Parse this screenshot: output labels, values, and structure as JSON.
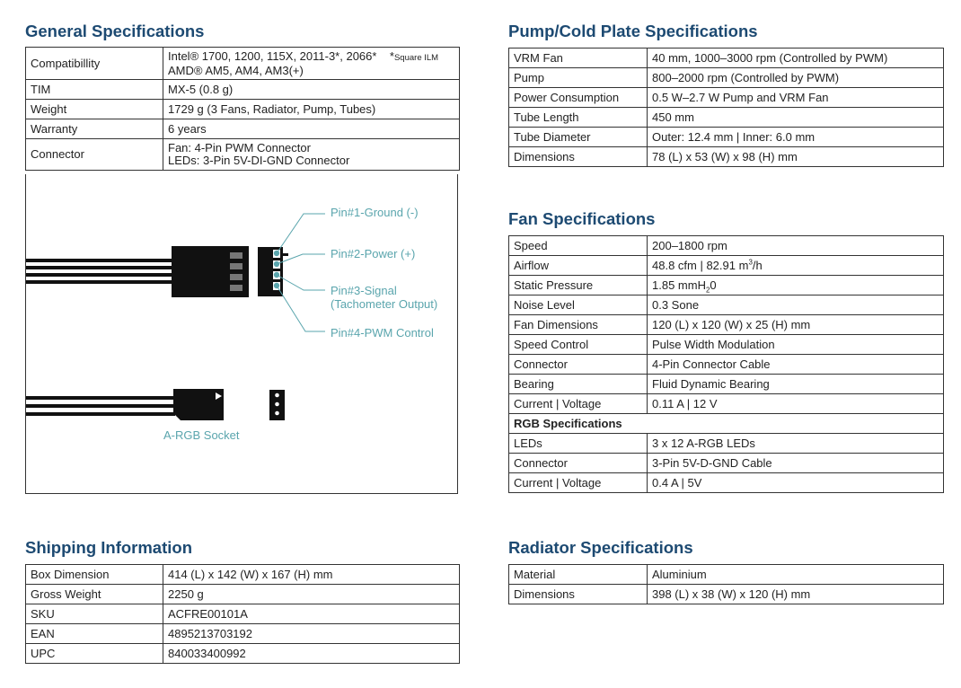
{
  "general": {
    "title": "General Specifications",
    "rows": [
      {
        "label": "Compatibillity",
        "value_line1": "Intel® 1700, 1200, 115X, 2011-3*, 2066*",
        "note_star": "*",
        "note": "Square ILM",
        "value_line2": "AMD® AM5, AM4, AM3(+)"
      },
      {
        "label": "TIM",
        "value": "MX-5 (0.8 g)"
      },
      {
        "label": "Weight",
        "value": "1729 g (3 Fans, Radiator, Pump, Tubes)"
      },
      {
        "label": "Warranty",
        "value": "6 years"
      },
      {
        "label": "Connector",
        "value_line1": "Fan: 4-Pin PWM Connector",
        "value_line2": "LEDs: 3-Pin 5V-DI-GND Connector"
      }
    ],
    "diagram": {
      "pin1": "Pin#1-Ground (-)",
      "pin2": "Pin#2-Power (+)",
      "pin3_line1": "Pin#3-Signal",
      "pin3_line2": "(Tachometer Output)",
      "pin4": "Pin#4-PWM Control",
      "socket": "A-RGB Socket",
      "accent": "#5aa5ad"
    }
  },
  "pump": {
    "title": "Pump/Cold Plate Specifications",
    "rows": [
      {
        "label": "VRM Fan",
        "value": "40 mm, 1000–3000 rpm (Controlled by PWM)"
      },
      {
        "label": "Pump",
        "value": "800–2000 rpm (Controlled by PWM)"
      },
      {
        "label": "Power Consumption",
        "value": "0.5 W–2.7 W Pump and VRM Fan"
      },
      {
        "label": "Tube Length",
        "value": "450 mm"
      },
      {
        "label": "Tube Diameter",
        "value": "Outer: 12.4 mm | Inner: 6.0 mm"
      },
      {
        "label": "Dimensions",
        "value": "78 (L) x 53 (W) x 98 (H) mm"
      }
    ]
  },
  "fan": {
    "title": "Fan Specifications",
    "rows": [
      {
        "label": "Speed",
        "value": "200–1800 rpm"
      },
      {
        "label": "Airflow",
        "value": "48.8 cfm | 82.91 m",
        "sup": "3",
        "after": "/h"
      },
      {
        "label": "Static Pressure",
        "value": "1.85 mmH",
        "sub": "2",
        "after": "0"
      },
      {
        "label": "Noise Level",
        "value": "0.3 Sone"
      },
      {
        "label": "Fan Dimensions",
        "value": "120 (L) x 120 (W) x 25 (H) mm"
      },
      {
        "label": "Speed Control",
        "value": "Pulse Width Modulation"
      },
      {
        "label": "Connector",
        "value": "4-Pin Connector Cable"
      },
      {
        "label": "Bearing",
        "value": "Fluid Dynamic Bearing"
      },
      {
        "label": "Current | Voltage",
        "value": "0.11 A | 12 V"
      }
    ],
    "rgb_heading": "RGB Specifications",
    "rgb_rows": [
      {
        "label": "LEDs",
        "value": "3 x 12 A-RGB LEDs"
      },
      {
        "label": "Connector",
        "value": "3-Pin 5V-D-GND Cable"
      },
      {
        "label": "Current | Voltage",
        "value": "0.4 A | 5V"
      }
    ]
  },
  "shipping": {
    "title": "Shipping Information",
    "rows": [
      {
        "label": "Box Dimension",
        "value": "414 (L) x 142 (W) x 167 (H) mm"
      },
      {
        "label": "Gross Weight",
        "value": "2250 g"
      },
      {
        "label": "SKU",
        "value": "ACFRE00101A"
      },
      {
        "label": "EAN",
        "value": "4895213703192"
      },
      {
        "label": "UPC",
        "value": "840033400992"
      }
    ]
  },
  "radiator": {
    "title": "Radiator Specifications",
    "rows": [
      {
        "label": "Material",
        "value": "Aluminium"
      },
      {
        "label": "Dimensions",
        "value": "398 (L) x 38 (W) x 120 (H) mm"
      }
    ]
  }
}
